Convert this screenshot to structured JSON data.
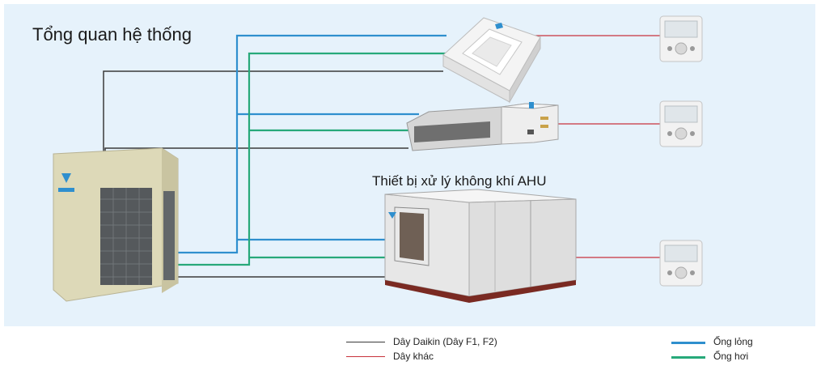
{
  "title": "Tổng quan hệ thống",
  "ahu_label": "Thiết bị xử lý không khí AHU",
  "legend": {
    "daikin_wire": "Dây Daikin (Dây F1, F2)",
    "other_wire": "Dây khác",
    "liquid_pipe": "Ống lỏng",
    "gas_pipe": "Ống hơi"
  },
  "colors": {
    "daikin_wire": "#3a3a3a",
    "other_wire": "#c8323c",
    "liquid_pipe": "#2f8fce",
    "gas_pipe": "#27a97a",
    "panel_bg": "#e6f2fb"
  },
  "icons": [
    "outdoor-unit-icon",
    "cassette-unit-icon",
    "ducted-unit-icon",
    "ahu-unit-icon",
    "remote-controller-icon"
  ]
}
